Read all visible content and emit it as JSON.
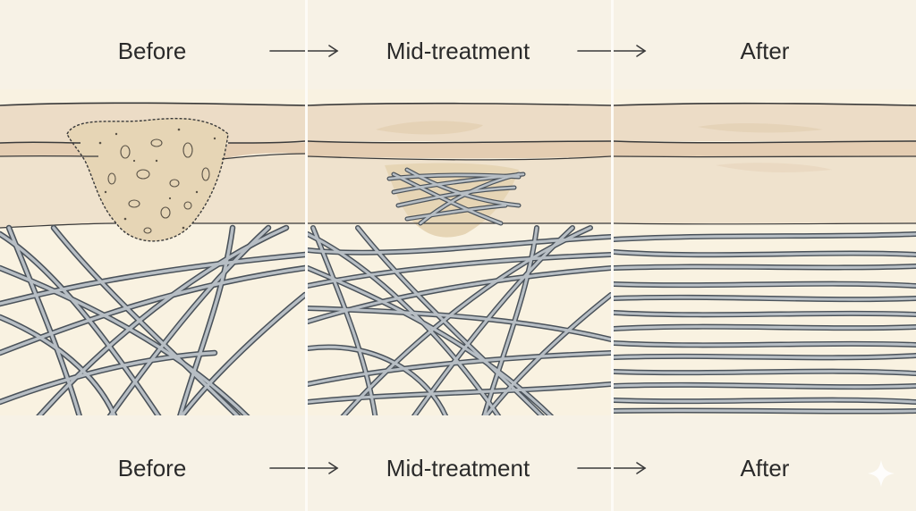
{
  "labels": {
    "top": [
      "Before",
      "Mid-treatment",
      "After"
    ],
    "bottom": [
      "Before",
      "Mid-treatment",
      "After"
    ]
  },
  "colors": {
    "background": "#f7f2e6",
    "skin_top": "#ecdcc6",
    "skin_band": "#e4cdb2",
    "dermis": "#f9f2e1",
    "fiber": "#8e979f",
    "fiber_light": "#b7bec4",
    "outline": "#3a3a3a",
    "lesion": "#e6d5b5",
    "divider": "#fdfbf6"
  },
  "icons": [
    "arrow-right-icon",
    "sparkle-icon"
  ]
}
